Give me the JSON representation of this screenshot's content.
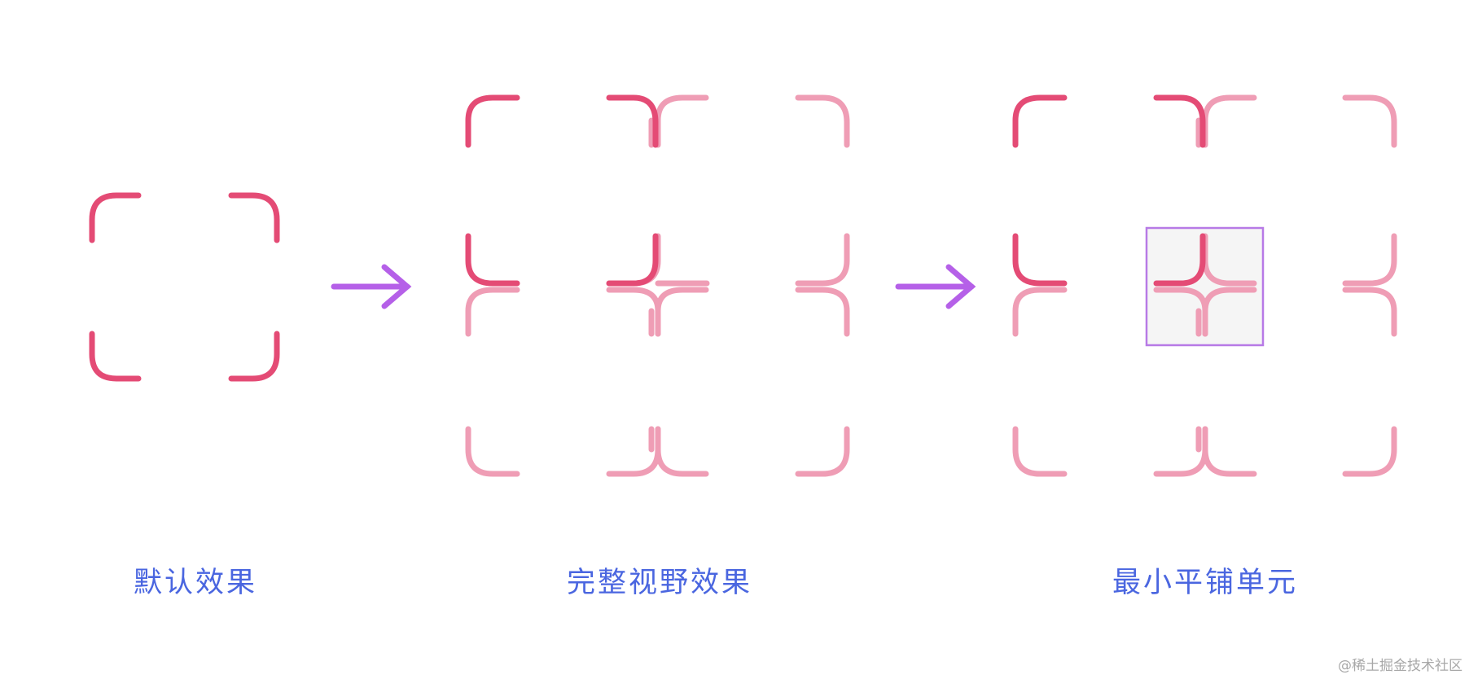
{
  "captions": {
    "default": "默认效果",
    "full_view": "完整视野效果",
    "min_tile": "最小平铺单元"
  },
  "watermark": "@稀土掘金技术社区",
  "colors": {
    "corner_strong": "#e44b75",
    "corner_faded": "#ef9db5",
    "arrow": "#b560e8",
    "caption": "#4a66e0",
    "tile_box_stroke": "#b77ae6",
    "tile_box_fill": "#f5f5f5"
  },
  "icons": {
    "arrow_1": "right-arrow-icon",
    "arrow_2": "right-arrow-icon"
  }
}
